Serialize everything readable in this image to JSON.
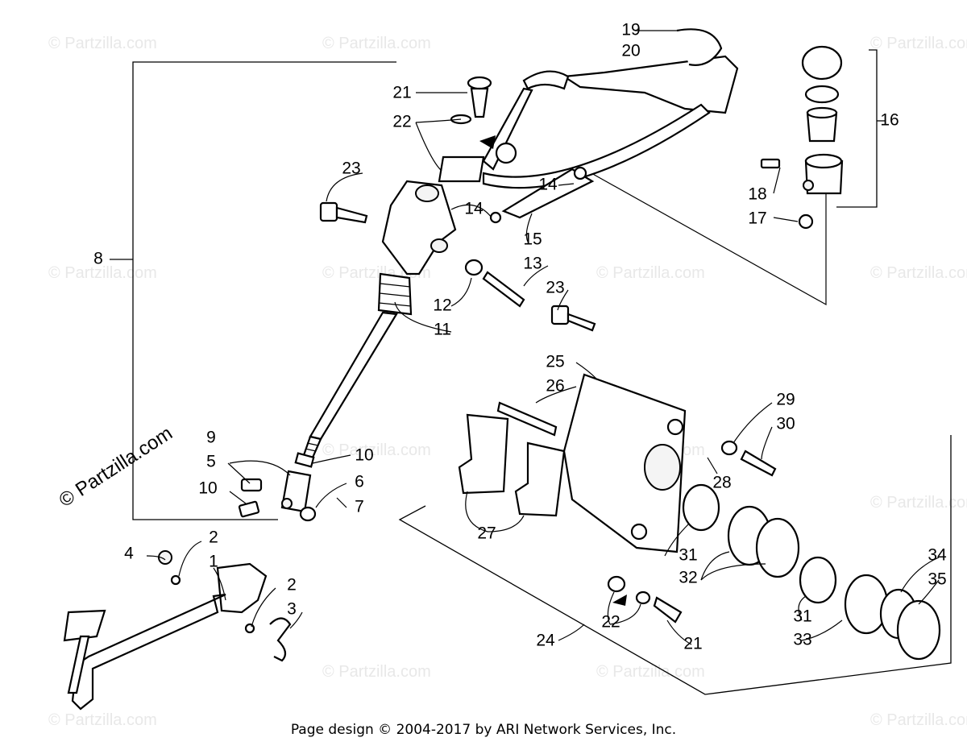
{
  "watermark": {
    "text": "© Partzilla.com"
  },
  "footer": {
    "text": "Page design © 2004-2017 by ARI Network Services, Inc."
  },
  "callouts": [
    {
      "id": "c1",
      "text": "1"
    },
    {
      "id": "c2a",
      "text": "2"
    },
    {
      "id": "c2b",
      "text": "2"
    },
    {
      "id": "c3",
      "text": "3"
    },
    {
      "id": "c4",
      "text": "4"
    },
    {
      "id": "c5",
      "text": "5"
    },
    {
      "id": "c6",
      "text": "6"
    },
    {
      "id": "c7",
      "text": "7"
    },
    {
      "id": "c8",
      "text": "8"
    },
    {
      "id": "c9",
      "text": "9"
    },
    {
      "id": "c10a",
      "text": "10"
    },
    {
      "id": "c10b",
      "text": "10"
    },
    {
      "id": "c11",
      "text": "11"
    },
    {
      "id": "c12",
      "text": "12"
    },
    {
      "id": "c13",
      "text": "13"
    },
    {
      "id": "c14a",
      "text": "14"
    },
    {
      "id": "c14b",
      "text": "14"
    },
    {
      "id": "c15",
      "text": "15"
    },
    {
      "id": "c16",
      "text": "16"
    },
    {
      "id": "c17",
      "text": "17"
    },
    {
      "id": "c18",
      "text": "18"
    },
    {
      "id": "c19",
      "text": "19"
    },
    {
      "id": "c20",
      "text": "20"
    },
    {
      "id": "c21a",
      "text": "21"
    },
    {
      "id": "c21b",
      "text": "21"
    },
    {
      "id": "c22a",
      "text": "22"
    },
    {
      "id": "c22b",
      "text": "22"
    },
    {
      "id": "c23a",
      "text": "23"
    },
    {
      "id": "c23b",
      "text": "23"
    },
    {
      "id": "c24",
      "text": "24"
    },
    {
      "id": "c25",
      "text": "25"
    },
    {
      "id": "c26",
      "text": "26"
    },
    {
      "id": "c27",
      "text": "27"
    },
    {
      "id": "c28",
      "text": "28"
    },
    {
      "id": "c29",
      "text": "29"
    },
    {
      "id": "c30",
      "text": "30"
    },
    {
      "id": "c31a",
      "text": "31"
    },
    {
      "id": "c31b",
      "text": "31"
    },
    {
      "id": "c32",
      "text": "32"
    },
    {
      "id": "c33",
      "text": "33"
    },
    {
      "id": "c34",
      "text": "34"
    },
    {
      "id": "c35",
      "text": "35"
    }
  ]
}
